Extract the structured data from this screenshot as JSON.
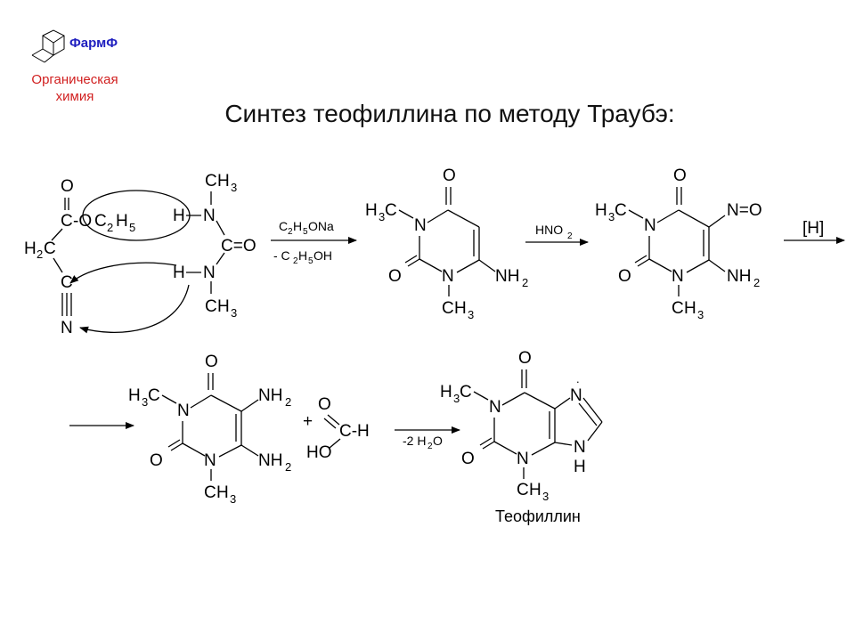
{
  "header": {
    "brand": "ФармФ",
    "subtitle_line1": "Органическая",
    "subtitle_line2": "химия",
    "title": "Синтез теофиллина по методу Траубэ:"
  },
  "colors": {
    "brand": "#1f1fbf",
    "subtitle": "#d11f1f",
    "ink": "#000000"
  },
  "icons": {
    "logo": "adamantane-cage-icon"
  },
  "reactions": {
    "step1_reagent": "C2H5ONa",
    "step1_byproduct": "- C2H5OH",
    "step2_reagent": "HNO2",
    "step3_reagent": "[H]",
    "step5_byproduct": "-2 H2O"
  },
  "product": {
    "name": "Теофиллин"
  }
}
